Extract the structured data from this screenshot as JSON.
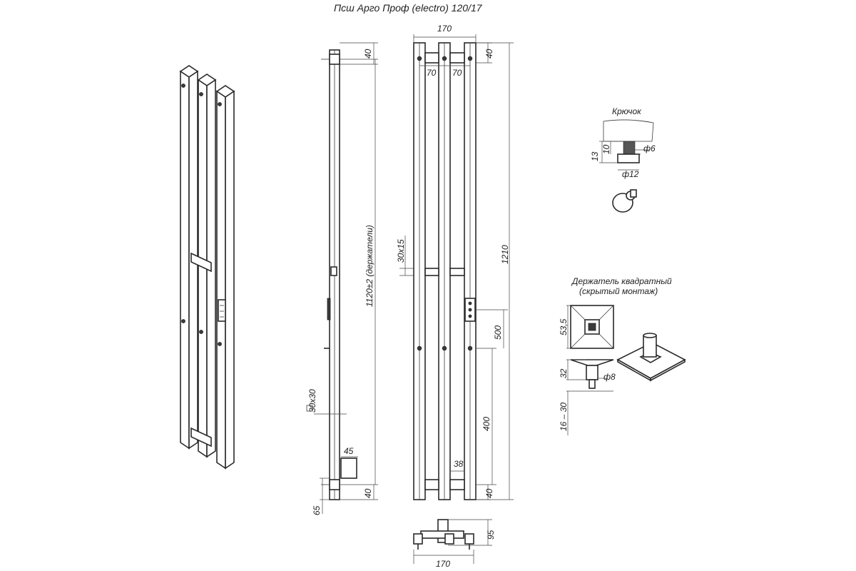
{
  "title": "Псш Арго Проф (electro) 120/17",
  "side_view": {
    "dim_top": "40",
    "dim_holders": "1120±2 (держатели)",
    "profile": "30х30",
    "dim_box": "45",
    "dim_bottom": "40",
    "dim_offset": "65"
  },
  "front_view": {
    "width_top": "170",
    "spacing_left": "70",
    "spacing_right": "70",
    "dim_top": "40",
    "crossbar": "30х15",
    "height": "1210",
    "dim_500": "500",
    "dim_400": "400",
    "dim_38": "38",
    "dim_bottom": "40"
  },
  "top_view": {
    "depth": "95",
    "width_bottom": "170"
  },
  "hook_detail": {
    "title": "Крючок",
    "dim_13": "13",
    "dim_10": "10",
    "dia_6": "ф6",
    "dia_12": "ф12"
  },
  "holder_detail": {
    "title_line1": "Держатель квадратный",
    "title_line2": "(скрытый монтаж)",
    "dim_53_5": "53,5",
    "dim_32": "32",
    "dia_8": "ф8",
    "dim_range": "16 – 30"
  },
  "colors": {
    "line": "#2a2a2a",
    "background": "#ffffff"
  }
}
